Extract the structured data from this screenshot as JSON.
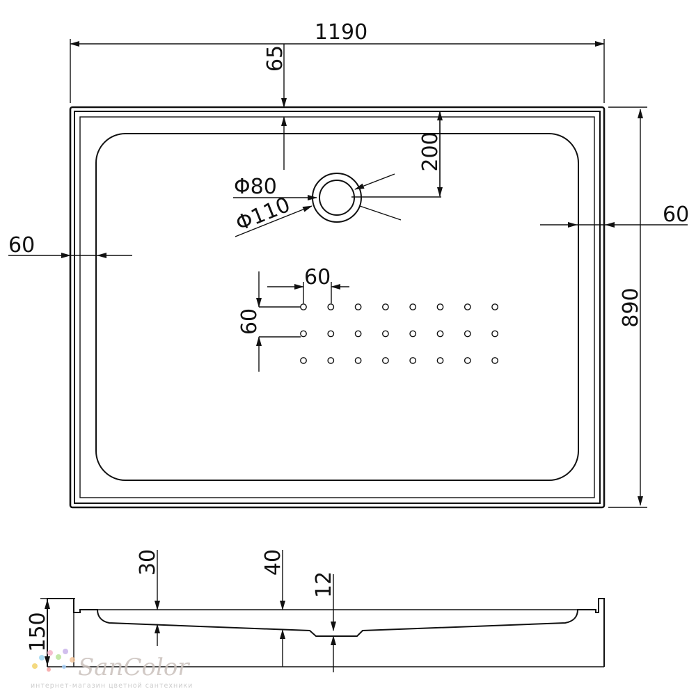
{
  "plan_view": {
    "width_label": "1190",
    "height_label": "890",
    "drain_offset_top_label": "65",
    "drain_offset_right_label": "200",
    "drain_inner_diameter_label": "Φ80",
    "drain_outer_diameter_label": "Φ110",
    "left_rim_label": "60",
    "right_rim_label": "60",
    "dot_spacing_x_label": "60",
    "dot_spacing_y_label": "60",
    "dot_grid": {
      "rows": 3,
      "cols": 8
    }
  },
  "section_view": {
    "total_height_label": "150",
    "depth_label_1": "30",
    "depth_label_2": "40",
    "drain_depth_label": "12"
  },
  "watermark": {
    "brand": "SanColor",
    "tagline": "интернет-магазин цветной сантехники"
  }
}
